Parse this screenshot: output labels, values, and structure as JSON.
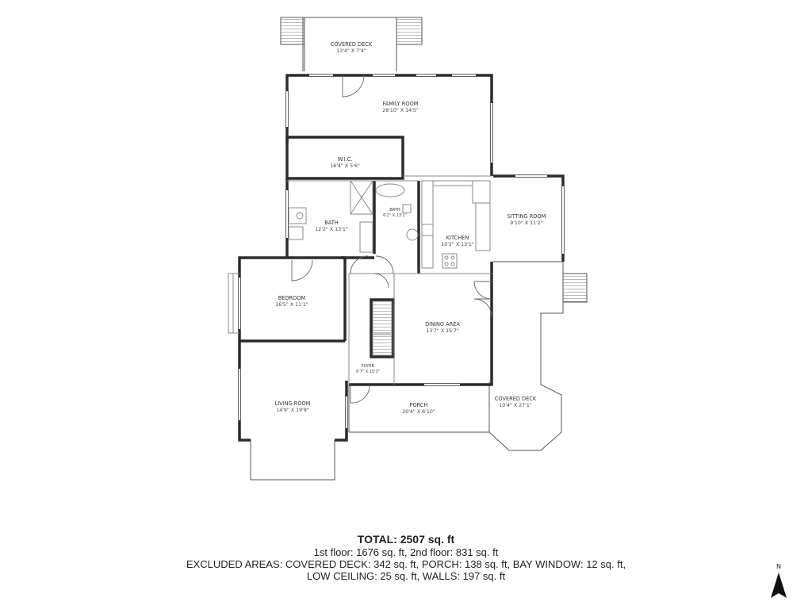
{
  "rooms": [
    {
      "id": "covered-deck-top",
      "name": "COVERED DECK",
      "dims": "13'4\" X 7'4\""
    },
    {
      "id": "family-room",
      "name": "FAMILY ROOM",
      "dims": "28'10\" X 14'5\""
    },
    {
      "id": "wic",
      "name": "W.I.C.",
      "dims": "16'4\" X 5'6\""
    },
    {
      "id": "bath-large",
      "name": "BATH",
      "dims": "12'2\" X 13'1\""
    },
    {
      "id": "bath-small",
      "name": "BATH",
      "dims": "6'2\" X 13'1\""
    },
    {
      "id": "kitchen",
      "name": "KITCHEN",
      "dims": "10'2\" X 13'1\""
    },
    {
      "id": "sitting-room",
      "name": "SITTING ROOM",
      "dims": "9'10\" X 11'2\""
    },
    {
      "id": "bedroom",
      "name": "BEDROOM",
      "dims": "16'5\" X 11'1\""
    },
    {
      "id": "dining-area",
      "name": "DINING AREA",
      "dims": "13'7\" X 15'7\""
    },
    {
      "id": "foyer",
      "name": "FOYER",
      "dims": "6'7\" X 15'3\""
    },
    {
      "id": "living-room",
      "name": "LIVING ROOM",
      "dims": "14'9\" X 19'8\""
    },
    {
      "id": "porch",
      "name": "PORCH",
      "dims": "20'4\" X 6'10\""
    },
    {
      "id": "covered-deck-right",
      "name": "COVERED DECK",
      "dims": "10'4\" X 27'1\""
    }
  ],
  "summary": {
    "total": "TOTAL: 2507 sq. ft",
    "floors": "1st floor: 1676 sq. ft, 2nd floor: 831 sq. ft",
    "excluded": "EXCLUDED AREAS: COVERED DECK: 342 sq. ft, PORCH: 138 sq. ft, BAY WINDOW: 12 sq. ft,",
    "excluded_cont": "LOW CEILING: 25 sq. ft, WALLS: 197 sq. ft"
  },
  "compass": {
    "label": "N",
    "icon": "north-arrow-icon"
  },
  "colors": {
    "wall": "#2b2b2b",
    "thin_line": "#8a8a8a",
    "window": "#b8b8b8",
    "text": "#333333"
  }
}
